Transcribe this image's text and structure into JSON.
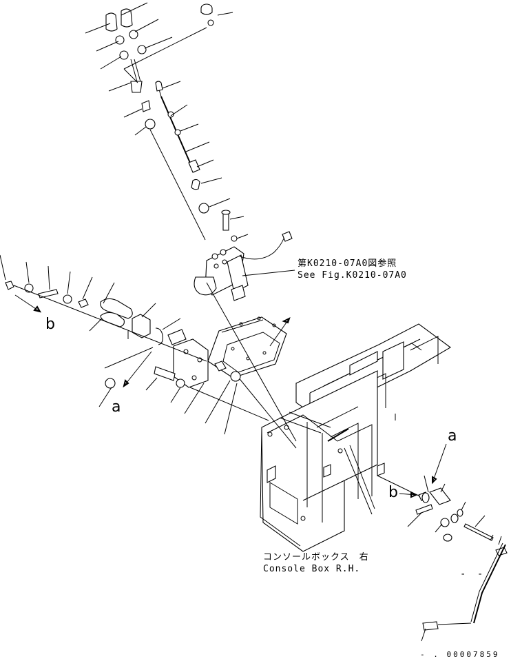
{
  "reference_note": {
    "japanese": "第K0210-07A0図参照",
    "english": "See Fig.K0210-07A0"
  },
  "console_box": {
    "japanese": "コンソールボックス　右",
    "english": "Console Box R.H."
  },
  "view_labels": {
    "a_upper": "a",
    "b_upper": "b",
    "a_lower": "a",
    "b_lower": "b"
  },
  "dashes": "- -",
  "drawing_number": "- . 00007859"
}
